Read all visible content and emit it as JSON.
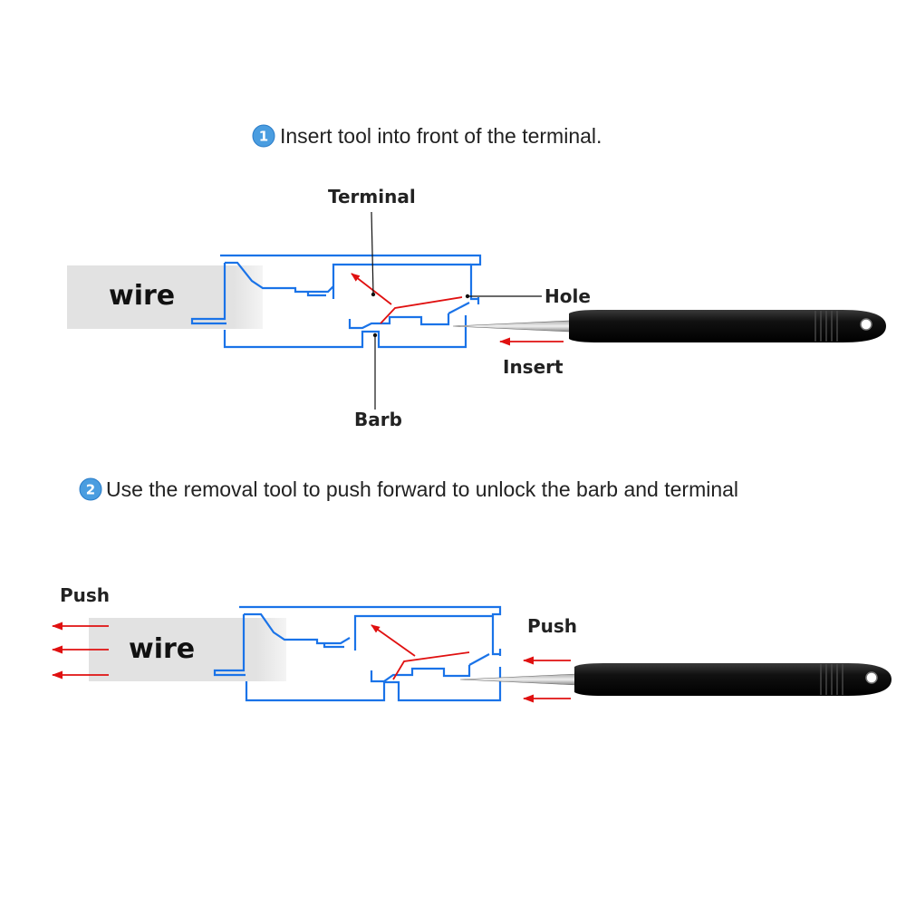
{
  "step1": {
    "number": "1",
    "text": "Insert tool into front of the terminal."
  },
  "step2": {
    "number": "2",
    "text": "Use the removal tool to push forward to unlock the barb and terminal"
  },
  "diagram1": {
    "wire_label": "wire",
    "terminal_label": "Terminal",
    "hole_label": "Hole",
    "barb_label": "Barb",
    "insert_label": "Insert"
  },
  "diagram2": {
    "wire_label": "wire",
    "push_left_label": "Push",
    "push_right_label": "Push"
  },
  "colors": {
    "outline": "#1a73e8",
    "arrow": "#e01010",
    "badge": "#4a9de0",
    "tool": "#1b1b1b",
    "wire": "#dcdcdc"
  }
}
